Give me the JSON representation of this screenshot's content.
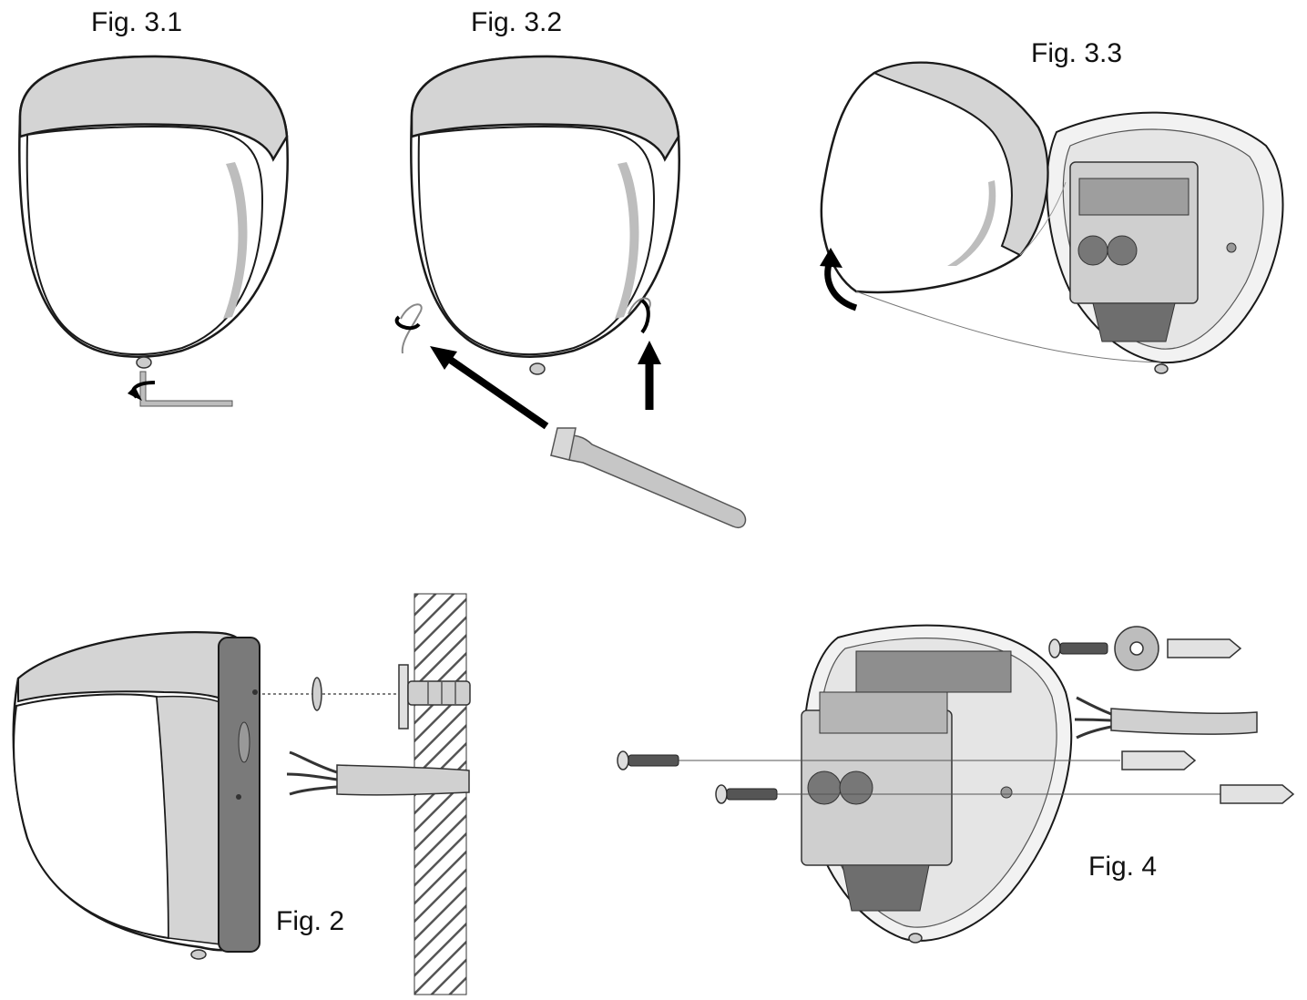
{
  "labels": {
    "fig31": "Fig. 3.1",
    "fig32": "Fig. 3.2",
    "fig33": "Fig. 3.3",
    "fig2": "Fig. 2",
    "fig4": "Fig. 4"
  },
  "colors": {
    "outline": "#1a1a1a",
    "hood": "#d4d4d4",
    "lens": "#ffffff",
    "body_grey": "#bdbdbd",
    "dark_grey": "#6e6e6e",
    "arrow": "#000000"
  },
  "icons": [
    "hex-key-icon",
    "rotate-arrow-icon",
    "screw-icon",
    "wall-plug-icon",
    "cable-icon",
    "washer-icon"
  ]
}
